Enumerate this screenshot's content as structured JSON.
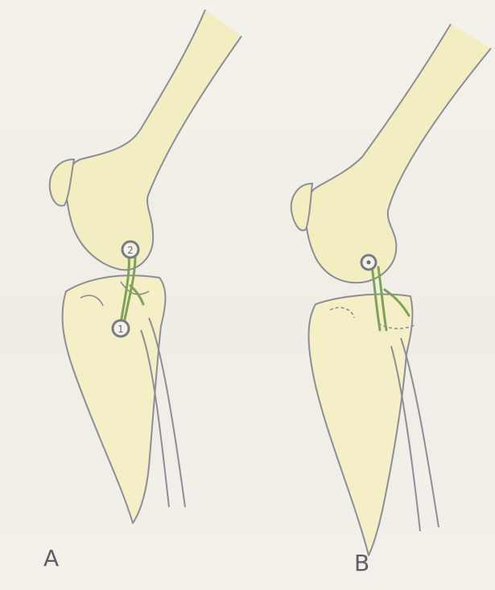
{
  "figure": {
    "panels": [
      {
        "id": "A",
        "label": "A",
        "screw_markers": [
          "2",
          "1"
        ]
      },
      {
        "id": "B",
        "label": "B"
      }
    ],
    "colors": {
      "background": "#f1efe8",
      "bone_fill": "#f3eec1",
      "outline": "#8d8d97",
      "ligament": "#7ea356",
      "marker_ring": "#7a7a84"
    }
  }
}
